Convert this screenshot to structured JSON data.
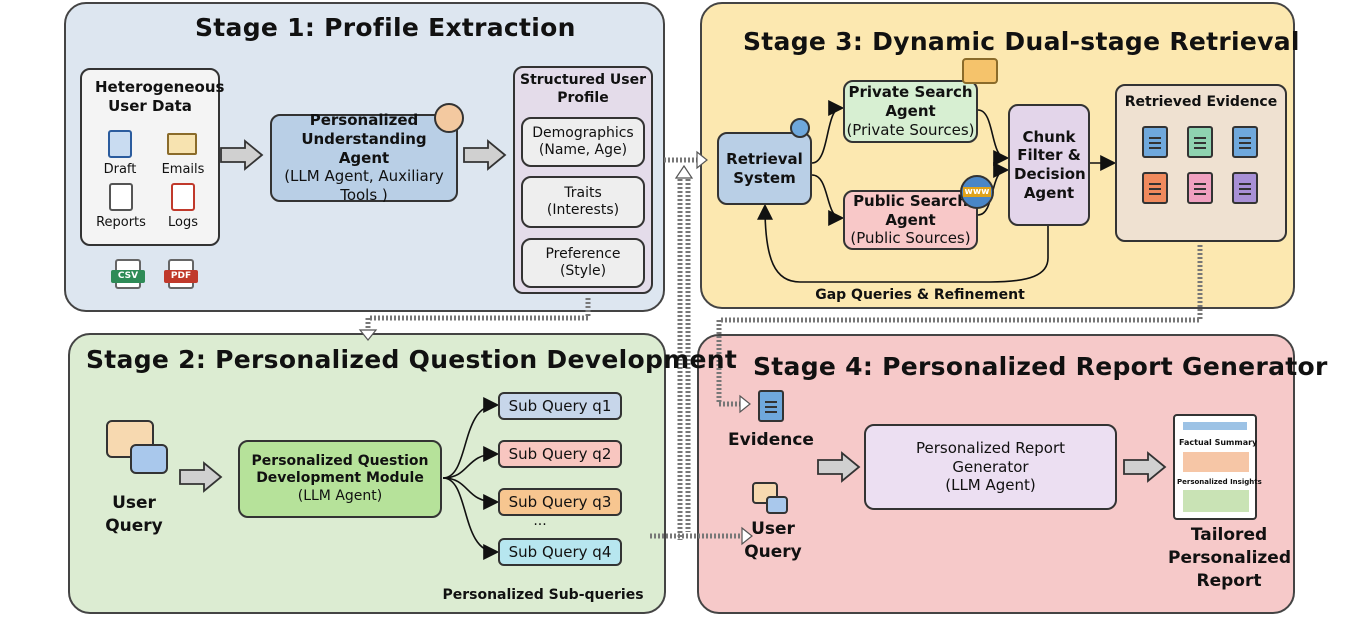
{
  "stage1": {
    "title": "Stage 1: Profile Extraction",
    "user_data_title": "Heterogeneous User Data",
    "files": [
      "Draft",
      "Emails",
      "Reports",
      "Logs"
    ],
    "badges": [
      "CSV",
      "PDF"
    ],
    "agent_title": "Personalized Understanding Agent",
    "agent_sub": "(LLM Agent, Auxiliary Tools )",
    "profile_title": "Structured User Profile",
    "profile_items": [
      {
        "line1": "Demographics",
        "line2": "(Name, Age)"
      },
      {
        "line1": "Traits",
        "line2": "(Interests)"
      },
      {
        "line1": "Preference",
        "line2": "(Style)"
      }
    ]
  },
  "stage2": {
    "title": "Stage 2: Personalized Question Development",
    "user_query": "User Query",
    "module_title": "Personalized Question Development Module",
    "module_sub": "(LLM Agent)",
    "sub_queries": [
      "Sub Query q1",
      "Sub Query q2",
      "Sub Query q3",
      "Sub Query q4"
    ],
    "ellipsis": "...",
    "caption": "Personalized Sub-queries"
  },
  "stage3": {
    "title": "Stage 3: Dynamic Dual-stage Retrieval",
    "retrieval_system": "Retrieval System",
    "private_agent": "Private Search Agent",
    "private_sources": "(Private Sources)",
    "public_agent": "Public Search Agent",
    "public_sources": "(Public Sources)",
    "www": "www",
    "chunk_agent": "Chunk Filter & Decision Agent",
    "evidence_title": "Retrieved Evidence",
    "caption": "Gap Queries & Refinement"
  },
  "stage4": {
    "title": "Stage 4: Personalized Report Generator",
    "evidence": "Evidence",
    "user_query": "User Query",
    "generator_title": "Personalized Report Generator",
    "generator_sub": "(LLM Agent)",
    "report_heading1": "Factual Summary",
    "report_heading2": "Personalized Insights",
    "output": "Tailored Personalized Report"
  },
  "colors": {
    "stage1_bg": "#dde6f0",
    "stage2_bg": "#dcecd2",
    "stage3_bg": "#fce8b0",
    "stage4_bg": "#f6c9c9",
    "agent_blue": "#b9cfe6",
    "profile_purple": "#e4dcea",
    "module_green": "#b6e29a",
    "private_green": "#d7efd2",
    "public_red": "#f8c8c8",
    "chunk_purple": "#e3d5ea",
    "evidence_tan": "#efe1d1",
    "generator_purple": "#ecdff2"
  }
}
